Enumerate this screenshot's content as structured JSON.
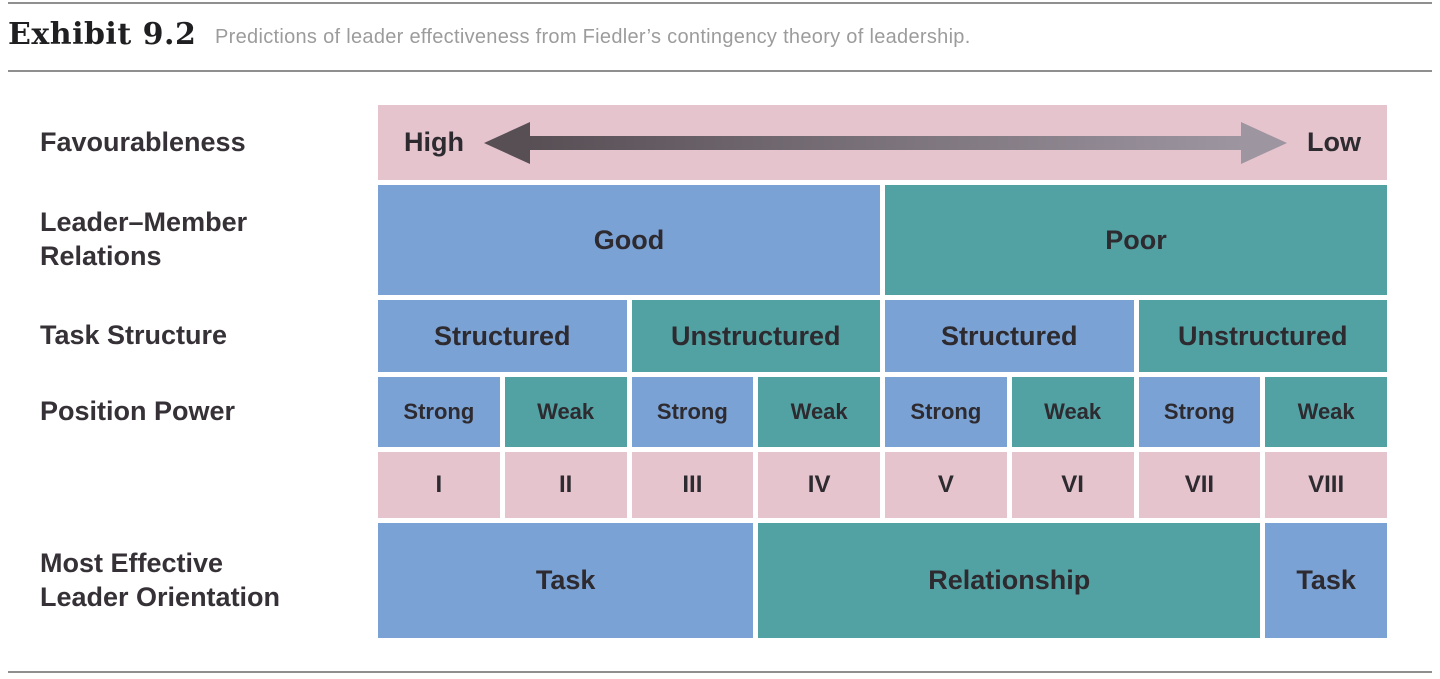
{
  "header": {
    "exhibit_label": "Exhibit 9.2",
    "title": "Predictions of leader effectiveness from Fiedler’s contingency theory of leadership."
  },
  "colors": {
    "pink": "#e5c4cd",
    "blue": "#7ba2d4",
    "teal": "#53a2a3",
    "text": "#2d2a30",
    "rule": "#8f8f8f",
    "subtitle": "#9c9c9c",
    "arrow_dark": "#584f55",
    "arrow_light": "#9d95a0"
  },
  "row_labels": {
    "favourableness": "Favourableness",
    "relations_line1": "Leader–Member",
    "relations_line2": "Relations",
    "task_structure": "Task Structure",
    "position_power": "Position Power",
    "orientation_line1": "Most Effective",
    "orientation_line2": "Leader Orientation"
  },
  "chart": {
    "favourableness": {
      "high": "High",
      "low": "Low"
    },
    "leader_member_relations": {
      "cells": [
        {
          "label": "Good"
        },
        {
          "label": "Poor"
        }
      ]
    },
    "task_structure": {
      "cells": [
        {
          "label": "Structured"
        },
        {
          "label": "Unstructured"
        },
        {
          "label": "Structured"
        },
        {
          "label": "Unstructured"
        }
      ]
    },
    "position_power": {
      "cells": [
        {
          "label": "Strong"
        },
        {
          "label": "Weak"
        },
        {
          "label": "Strong"
        },
        {
          "label": "Weak"
        },
        {
          "label": "Strong"
        },
        {
          "label": "Weak"
        },
        {
          "label": "Strong"
        },
        {
          "label": "Weak"
        }
      ]
    },
    "octants": {
      "cells": [
        {
          "label": "I"
        },
        {
          "label": "II"
        },
        {
          "label": "III"
        },
        {
          "label": "IV"
        },
        {
          "label": "V"
        },
        {
          "label": "VI"
        },
        {
          "label": "VII"
        },
        {
          "label": "VIII"
        }
      ]
    },
    "most_effective_orientation": {
      "cells": [
        {
          "label": "Task"
        },
        {
          "label": "Relationship"
        },
        {
          "label": "Task"
        }
      ]
    }
  }
}
